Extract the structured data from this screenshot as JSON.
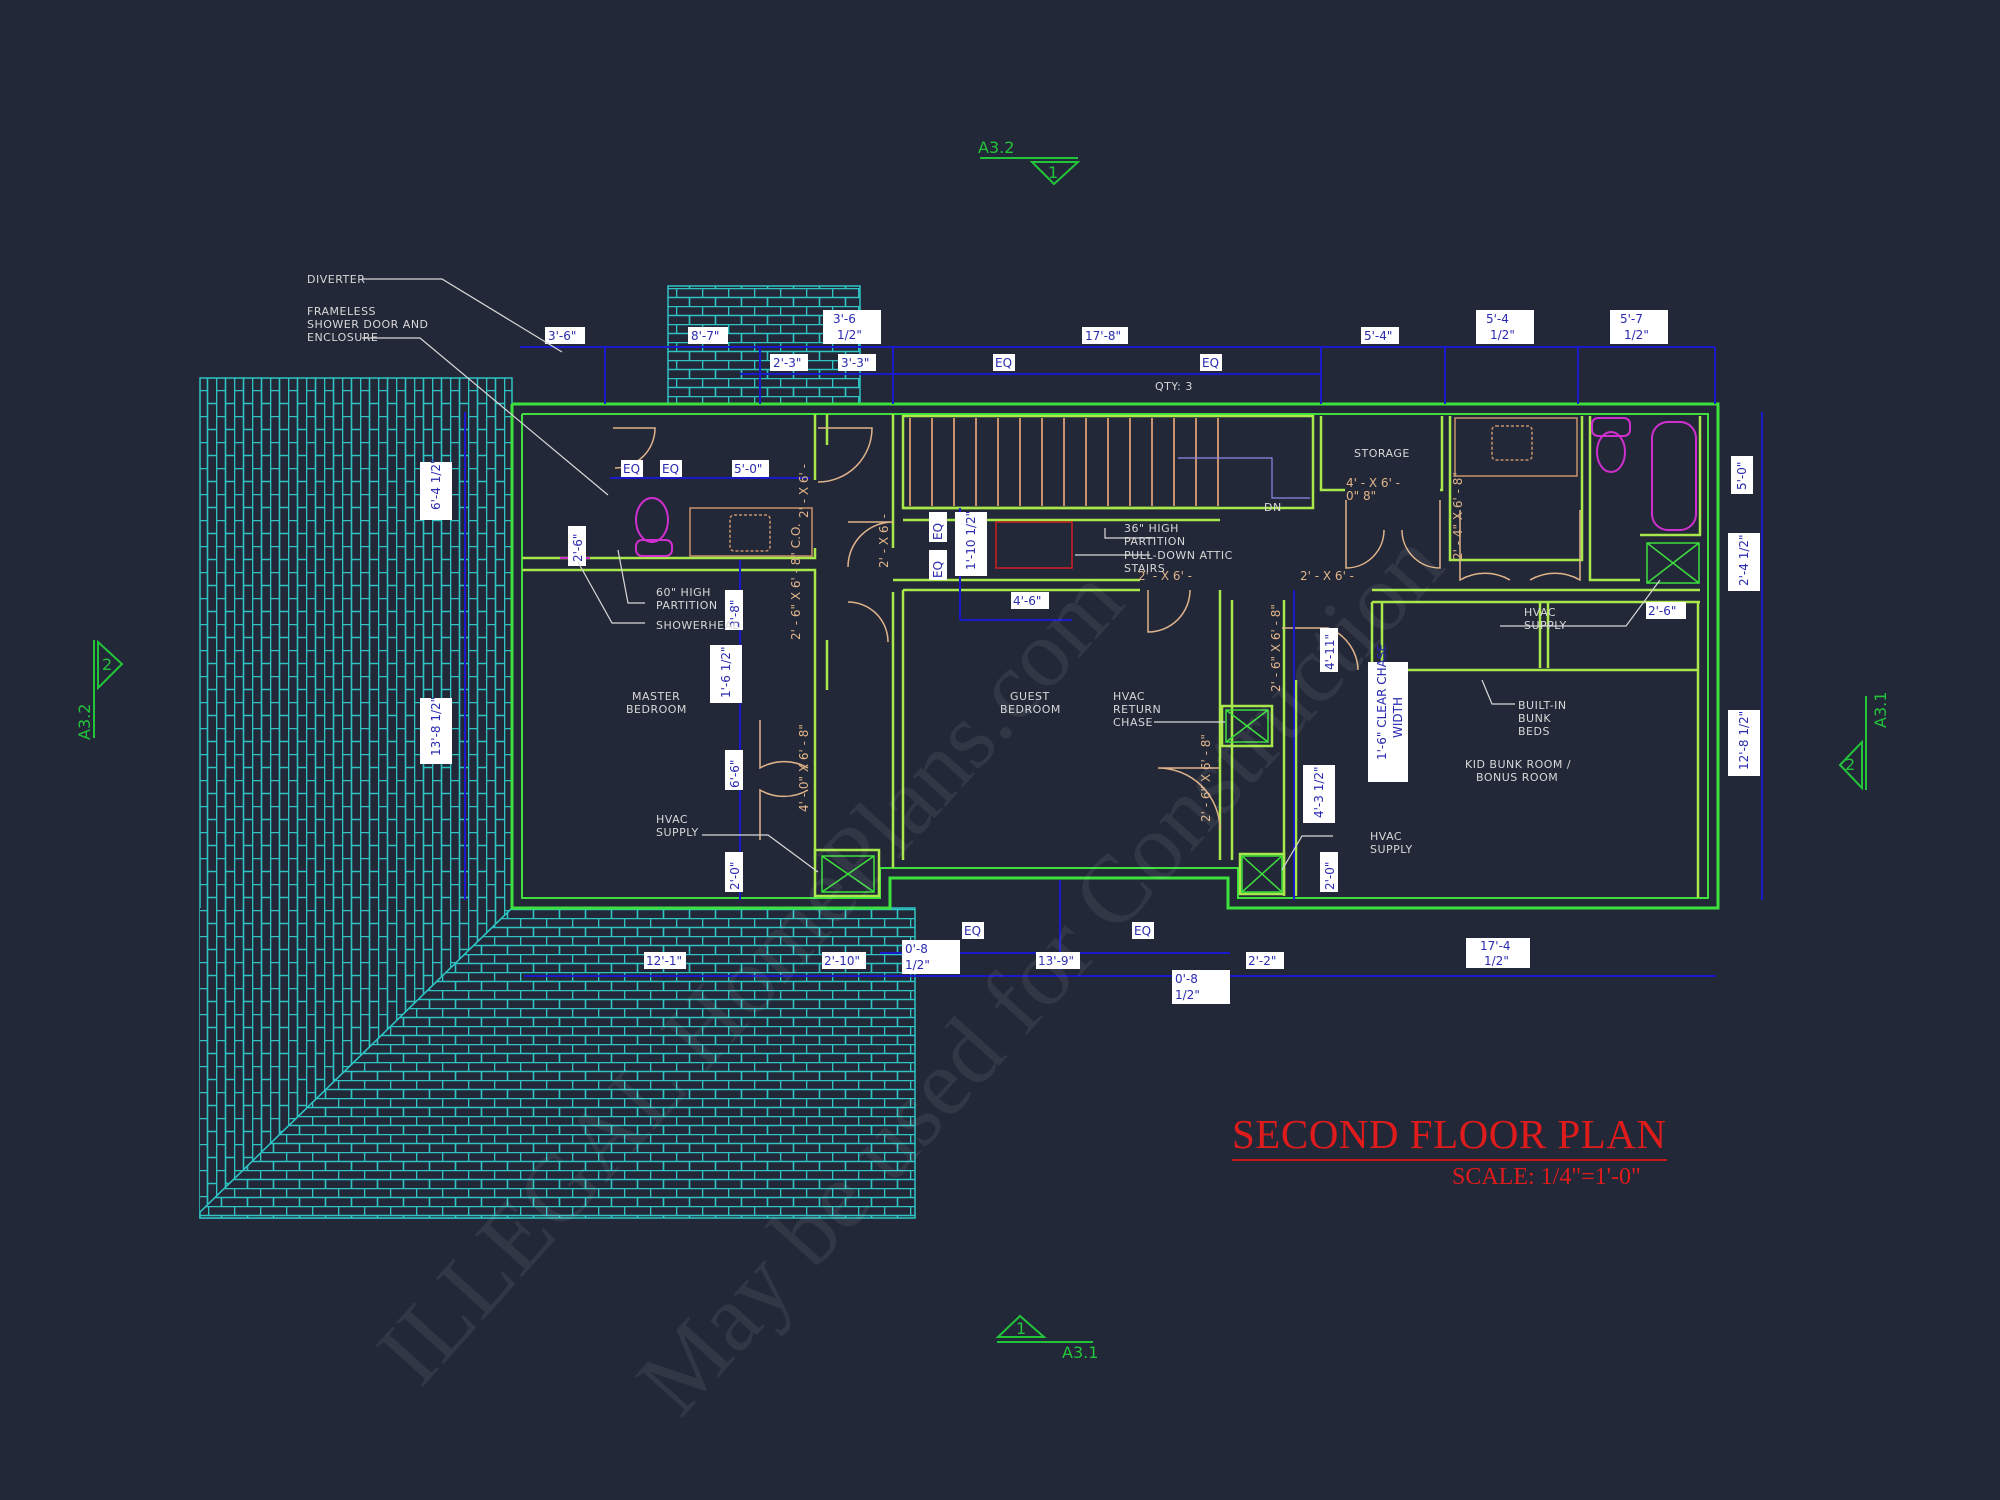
{
  "drawing": {
    "title": "SECOND FLOOR PLAN",
    "scale": "SCALE: 1/4\"=1'-0\"",
    "colors": {
      "background": "#232838",
      "walls": "#3de03d",
      "inner_walls": "#a8e84a",
      "dimension_lines": "#1a1acc",
      "brick_hatch": "#2ec4c4",
      "fixtures": "#d02fd0",
      "doors": "#e0b48a",
      "title": "#e01b1b"
    }
  },
  "section_markers": [
    {
      "ref": "A3.2",
      "num": "1",
      "position": "top"
    },
    {
      "ref": "A3.2",
      "num": "2",
      "position": "left"
    },
    {
      "ref": "A3.1",
      "num": "2",
      "position": "right"
    },
    {
      "ref": "A3.1",
      "num": "1",
      "position": "bottom"
    }
  ],
  "rooms": {
    "master_bedroom": "MASTER\nBEDROOM",
    "guest_bedroom": "GUEST\nBEDROOM",
    "storage": "STORAGE",
    "kid_bunk_room": "KID BUNK ROOM /\nBONUS ROOM"
  },
  "annotations": {
    "diverter": "DIVERTER",
    "frameless_shower": "FRAMELESS\nSHOWER DOOR AND\nENCLOSURE",
    "partition_60": "60\" HIGH\nPARTITION",
    "showerhead": "SHOWERHEAD",
    "partition_36": "36\" HIGH\nPARTITION",
    "attic_stairs": "PULL-DOWN ATTIC\nSTAIRS",
    "dn": "DN",
    "qty": "QTY: 3",
    "hvac_return": "HVAC\nRETURN\nCHASE",
    "hvac_supply_1": "HVAC\nSUPPLY",
    "hvac_supply_2": "HVAC\nSUPPLY",
    "hvac_supply_3": "HVAC\nSUPPLY",
    "built_in_bunk": "BUILT-IN\nBUNK\nBEDS",
    "clear_chase": "1'-6\"\nCLEAR CHASE\nWIDTH"
  },
  "dimensions": {
    "top_row": [
      "3'-6\"",
      "8'-7\"",
      "3'-6 1/2\"",
      "17'-8\"",
      "5'-4\"",
      "5'-4 1/2\"",
      "5'-7 1/2\""
    ],
    "top_second_row": [
      "2'-3\"",
      "3'-3\"",
      "EQ",
      "EQ"
    ],
    "bath_row": [
      "EQ",
      "EQ",
      "5'-0\""
    ],
    "left_side": [
      "6'-4 1/2\"",
      "13'-8 1/2\"",
      "2'-6\""
    ],
    "center": [
      "1'-10 1/2\"",
      "EQ",
      "EQ",
      "4'-6\"",
      "3'-8\"",
      "1'-6 1/2\"",
      "6'-6\"",
      "2'-0\"",
      "4'-11\"",
      "4'-3 1/2\"",
      "2'-0\"",
      "2'-6\""
    ],
    "right_side": [
      "5'-0\"",
      "2'-4 1/2\"",
      "12'-8 1/2\""
    ],
    "bottom_row": [
      "12'-1\"",
      "2'-10\"",
      "0'-8 1/2\"",
      "13'-9\"",
      "0'-8 1/2\"",
      "2'-2\"",
      "17'-4 1/2\"",
      "EQ",
      "EQ"
    ]
  },
  "door_tags": [
    "2' - X 6' - 6\" 8\"",
    "2' - 6\" X 6' - 8\" C.O.",
    "4' - 0\" X 6' - 8\"",
    "2' - 6\" X 6' - 8\"",
    "4' - 0\" X 6' - 8\"",
    "2' - 4\" X 6' - 8\""
  ],
  "watermark": {
    "line1": "ILLEGAL HomePlans.com",
    "line2": "May be used for Construction"
  }
}
